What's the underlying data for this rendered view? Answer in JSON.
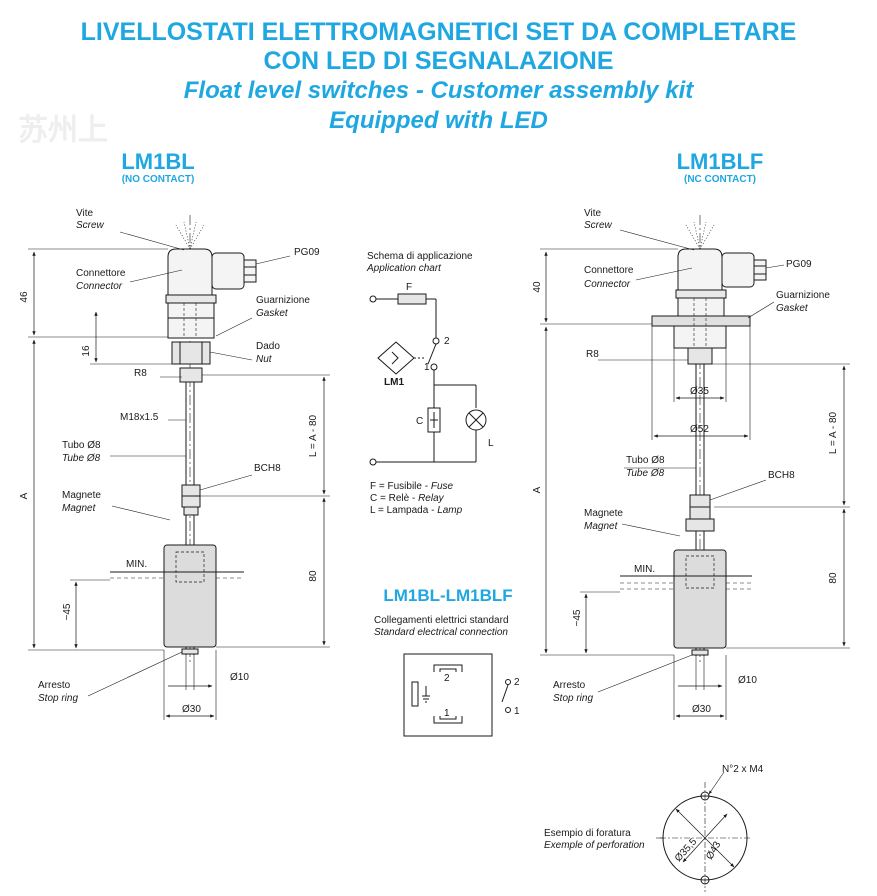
{
  "header": {
    "title_line1": "LIVELLOSTATI ELETTROMAGNETICI SET DA COMPLETARE",
    "title_line2": "CON LED DI SEGNALAZIONE",
    "subtitle_line1": "Float level switches - Customer assembly kit",
    "subtitle_line2": "Equipped with LED"
  },
  "models": {
    "left": {
      "name": "LM1BL",
      "contact": "(NO CONTACT)"
    },
    "right": {
      "name": "LM1BLF",
      "contact": "(NC CONTACT)"
    },
    "center": {
      "name": "LM1BL-LM1BLF"
    }
  },
  "left_drawing": {
    "screw": {
      "it": "Vite",
      "en": "Screw"
    },
    "connector": {
      "it": "Connettore",
      "en": "Connector"
    },
    "pg": "PG09",
    "gasket": {
      "it": "Guarnizione",
      "en": "Gasket"
    },
    "nut": {
      "it": "Dado",
      "en": "Nut"
    },
    "r8": "R8",
    "thread": "M18x1.5",
    "tube": {
      "it": "Tubo Ø8",
      "en": "Tube Ø8"
    },
    "bch": "BCH8",
    "magnet": {
      "it": "Magnete",
      "en": "Magnet"
    },
    "min": "MIN.",
    "stop": {
      "it": "Arresto",
      "en": "Stop ring"
    },
    "dim_46": "46",
    "dim_16": "16",
    "dim_a": "A",
    "dim_la80": "L = A - 80",
    "dim_80": "80",
    "dim_45": "~45",
    "dim_d10": "Ø10",
    "dim_d30": "Ø30"
  },
  "right_drawing": {
    "screw": {
      "it": "Vite",
      "en": "Screw"
    },
    "connector": {
      "it": "Connettore",
      "en": "Connector"
    },
    "pg": "PG09",
    "gasket": {
      "it": "Guarnizione",
      "en": "Gasket"
    },
    "r8": "R8",
    "d35": "Ø35",
    "d52": "Ø52",
    "tube": {
      "it": "Tubo Ø8",
      "en": "Tube Ø8"
    },
    "bch": "BCH8",
    "magnet": {
      "it": "Magnete",
      "en": "Magnet"
    },
    "min": "MIN.",
    "stop": {
      "it": "Arresto",
      "en": "Stop ring"
    },
    "dim_40": "40",
    "dim_a": "A",
    "dim_la80": "L = A - 80",
    "dim_80": "80",
    "dim_45": "~45",
    "dim_d10": "Ø10",
    "dim_d30": "Ø30"
  },
  "schema": {
    "title": {
      "it": "Schema di applicazione",
      "en": "Application chart"
    },
    "f": "F",
    "c": "C",
    "l": "L",
    "lm1": "LM1",
    "pin1": "1",
    "pin2": "2",
    "legend": [
      {
        "k": "F = Fusibile - ",
        "v": "Fuse"
      },
      {
        "k": "C = Relè - ",
        "v": "Relay"
      },
      {
        "k": "L = Lampada - ",
        "v": "Lamp"
      }
    ]
  },
  "connection": {
    "title": {
      "it": "Collegamenti elettrici standard",
      "en": "Standard electrical connection"
    },
    "pin1": "1",
    "pin2": "2",
    "sw1": "1",
    "sw2": "2"
  },
  "drilling": {
    "holes": "N°2 x M4",
    "title": {
      "it": "Esempio di foratura",
      "en": "Exemple of perforation"
    },
    "d355": "Ø35,5",
    "d43": "Ø43"
  },
  "watermarks": [
    "苏州上"
  ]
}
